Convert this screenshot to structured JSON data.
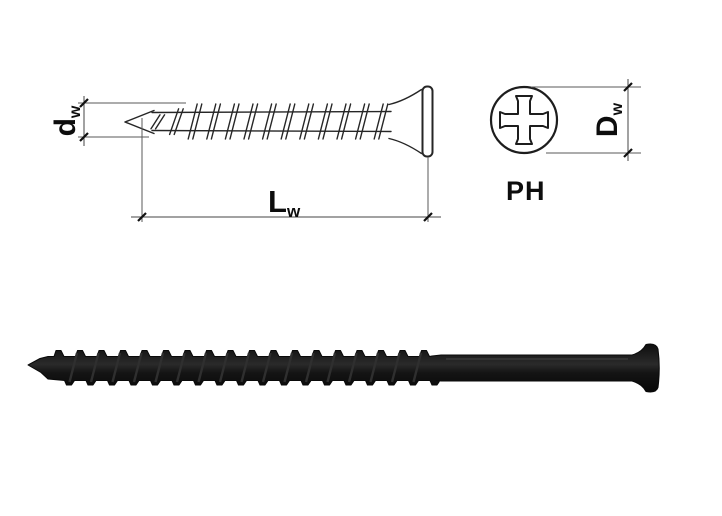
{
  "figure": {
    "type": "drywall-screw-technical-diagram",
    "labels": {
      "thread_diameter": {
        "symbol": "d",
        "subscript": "w"
      },
      "screw_length": {
        "symbol": "L",
        "subscript": "w"
      },
      "head_diameter": {
        "symbol": "D",
        "subscript": "w"
      },
      "drive_type": "PH"
    },
    "colors": {
      "background": "#ffffff",
      "drawing_line": "#2b2b2b",
      "photo_screw": "#161616"
    }
  }
}
